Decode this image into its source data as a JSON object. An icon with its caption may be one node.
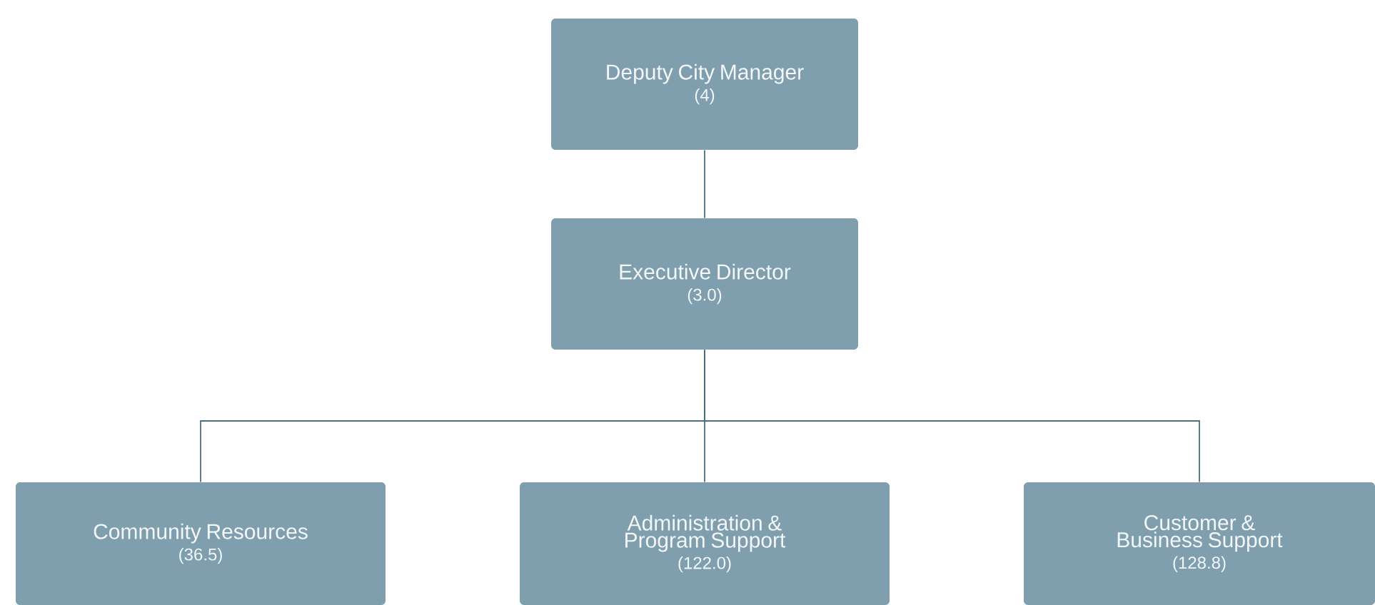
{
  "diagram": {
    "nodes": [
      {
        "text": [
          "Deputy City Manager",
          "(4)"
        ]
      },
      {
        "text": [
          "Executive Director",
          "(3.0)"
        ]
      },
      {
        "text": [
          "Community Resources",
          "(36.5)"
        ]
      },
      {
        "text": [
          "Administration & Program Support",
          "(122.0)"
        ]
      },
      {
        "text": [
          "Customer & Business Support",
          "(128.8)"
        ]
      }
    ],
    "edges": [
      {
        "from": 0,
        "to": 1,
        "arrow": "none"
      },
      {
        "from": 1,
        "to": 2,
        "arrow": "none"
      },
      {
        "from": 1,
        "to": 3,
        "arrow": "none"
      },
      {
        "from": 1,
        "to": 4,
        "arrow": "none"
      }
    ]
  }
}
